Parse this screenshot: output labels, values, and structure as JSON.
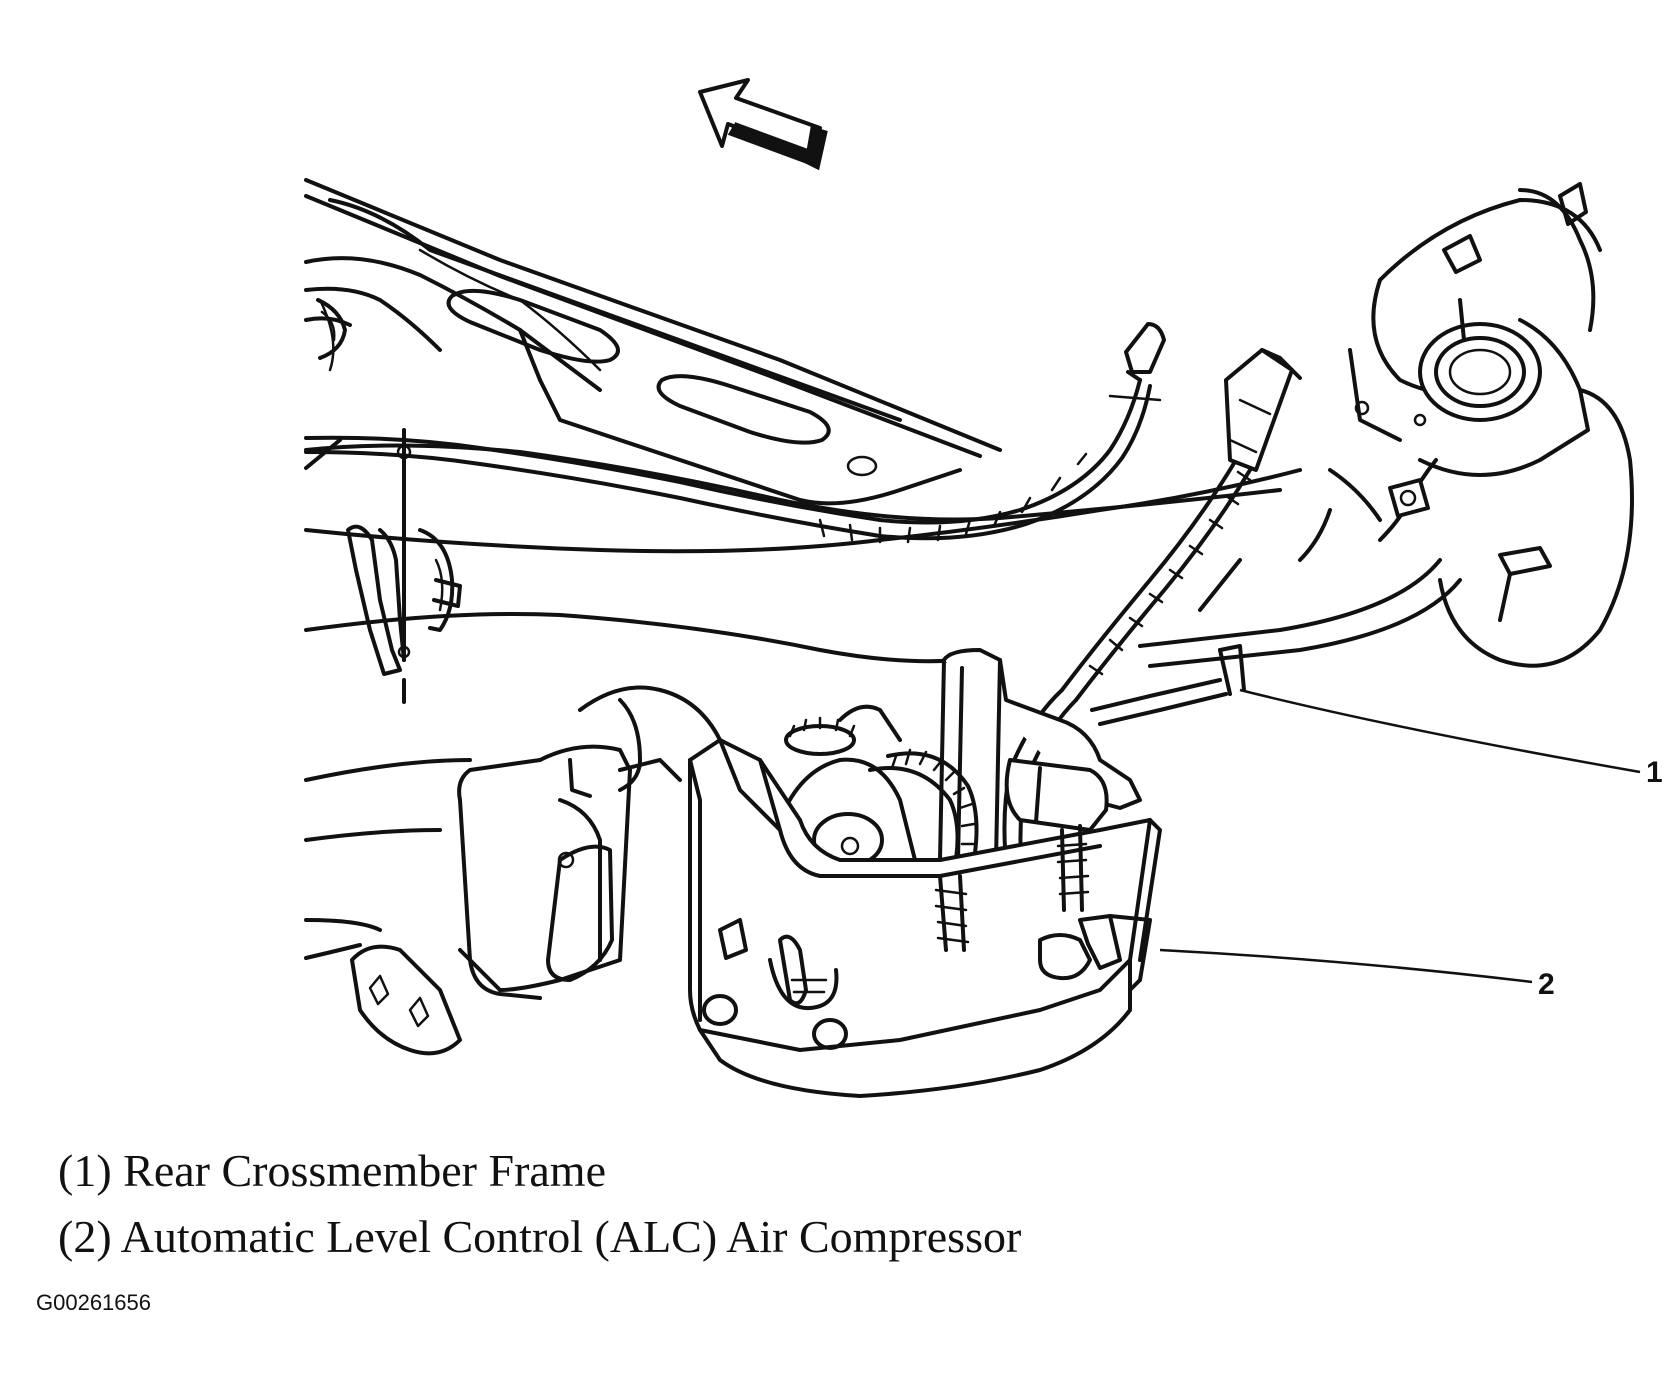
{
  "callouts": [
    {
      "number": "1",
      "label": "(1) Rear Crossmember Frame"
    },
    {
      "number": "2",
      "label": "(2) Automatic Level Control (ALC) Air Compressor"
    }
  ],
  "figure_id": "G00261656",
  "icons": {
    "direction_arrow": "forward-direction-arrow-icon"
  },
  "colors": {
    "ink": "#111111",
    "paper": "#ffffff"
  }
}
